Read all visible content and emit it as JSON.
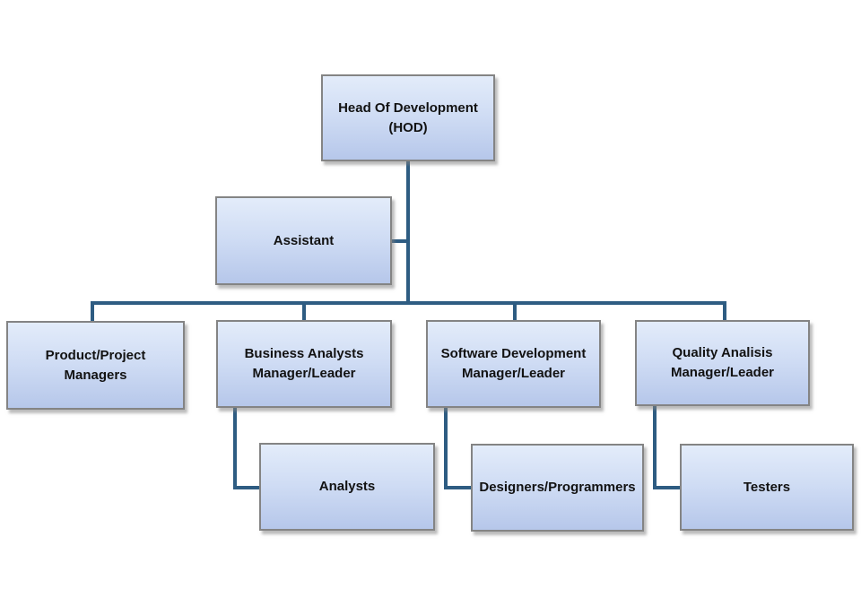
{
  "diagram": {
    "type": "org-chart",
    "colors": {
      "connector": "#2e5c82",
      "node_border": "#848484",
      "node_gradient_top": "#e3ecfa",
      "node_gradient_bottom": "#b6c7ea",
      "text": "#121212",
      "background": "#ffffff"
    },
    "nodes": {
      "hod": {
        "label": "Head Of Development\n(HOD)",
        "level": 1
      },
      "assistant": {
        "label": "Assistant",
        "level": 2
      },
      "ppm": {
        "label": "Product/Project\nManagers",
        "level": 3
      },
      "bam": {
        "label": "Business Analysts\nManager/Leader",
        "level": 3
      },
      "sdm": {
        "label": "Software Development\nManager/Leader",
        "level": 3
      },
      "qam": {
        "label": "Quality Analisis\nManager/Leader",
        "level": 3
      },
      "analysts": {
        "label": "Analysts",
        "level": 4
      },
      "designers": {
        "label": "Designers/Programmers",
        "level": 4
      },
      "testers": {
        "label": "Testers",
        "level": 4
      }
    },
    "edges": [
      {
        "from": "hod",
        "to": "assistant"
      },
      {
        "from": "hod",
        "to": "ppm"
      },
      {
        "from": "hod",
        "to": "bam"
      },
      {
        "from": "hod",
        "to": "sdm"
      },
      {
        "from": "hod",
        "to": "qam"
      },
      {
        "from": "bam",
        "to": "analysts"
      },
      {
        "from": "sdm",
        "to": "designers"
      },
      {
        "from": "qam",
        "to": "testers"
      }
    ]
  }
}
